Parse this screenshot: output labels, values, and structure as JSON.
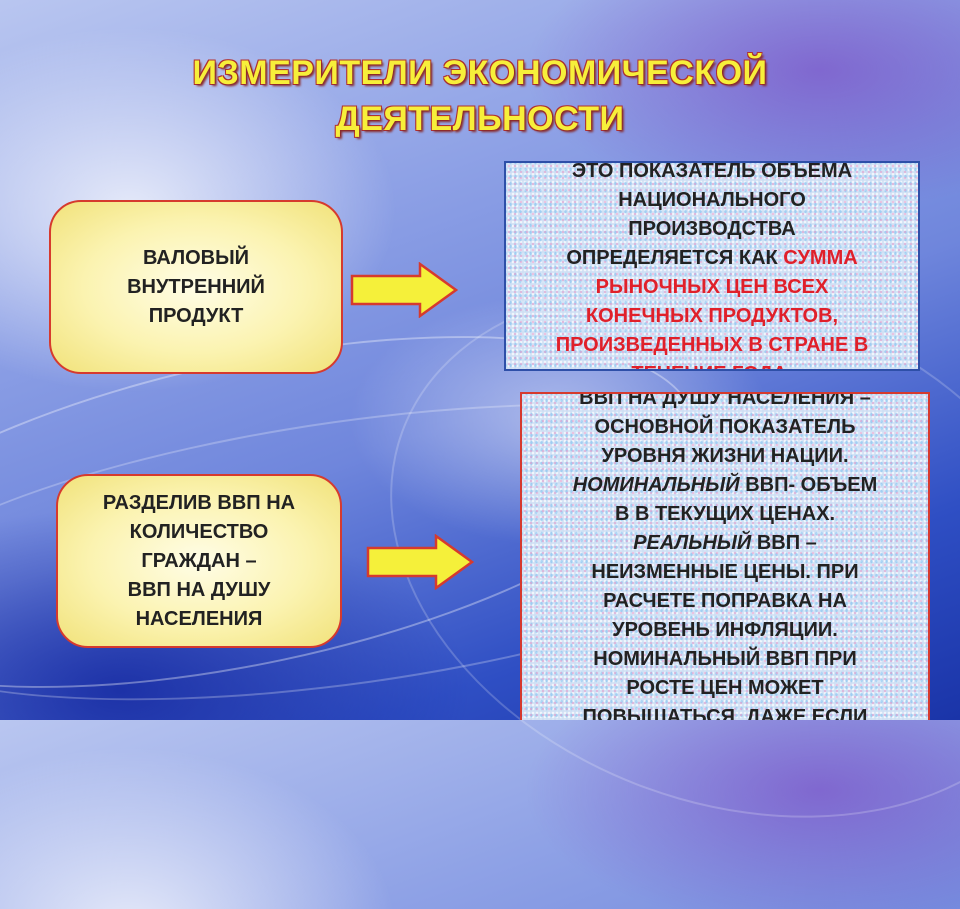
{
  "slide": {
    "title_line1": "ИЗМЕРИТЕЛИ  ЭКОНОМИЧЕСКОЙ",
    "title_line2": "ДЕЯТЕЛЬНОСТИ"
  },
  "gdp_box": {
    "line1": "ВАЛОВЫЙ",
    "line2": "ВНУТРЕННИЙ",
    "line3": "ПРОДУКТ"
  },
  "per_capita_box": {
    "line1": "РАЗДЕЛИВ  ВВП НА",
    "line2": "КОЛИЧЕСТВО",
    "line3": "ГРАЖДАН –",
    "line4": "ВВП НА ДУШУ",
    "line5": "НАСЕЛЕНИЯ"
  },
  "definition_box": {
    "line1": "ЭТО ПОКАЗАТЕЛЬ  ОБЪЕМА",
    "line2": "НАЦИОНАЛЬНОГО",
    "line3": "ПРОИЗВОДСТВА",
    "line4_prefix": "ОПРЕДЕЛЯЕТСЯ КАК ",
    "line4_red": "СУММА",
    "line5_red": "РЫНОЧНЫХ ЦЕН ВСЕХ",
    "line6_red": "КОНЕЧНЫХ ПРОДУКТОВ,",
    "line7_red": "ПРОИЗВЕДЕННЫХ В СТРАНЕ В",
    "line8_red": "ТЕЧЕНИЕ ГОДА."
  },
  "explanation_box": {
    "line1": "ВВП  НА ДУШУ НАСЕЛЕНИЯ –",
    "line2": "ОСНОВНОЙ  ПОКАЗАТЕЛЬ",
    "line3": "УРОВНЯ ЖИЗНИ НАЦИИ.",
    "line4_italic": "НОМИНАЛЬНЫЙ",
    "line4_rest": " ВВП- ОБЪЕМ",
    "line5": "В В ТЕКУЩИХ ЦЕНАХ.",
    "line6_italic": "РЕАЛЬНЫЙ",
    "line6_rest": " ВВП –",
    "line7": "НЕИЗМЕННЫЕ ЦЕНЫ. ПРИ",
    "line8": "РАСЧЕТЕ ПОПРАВКА НА",
    "line9": "УРОВЕНЬ ИНФЛЯЦИИ.",
    "line10": "НОМИНАЛЬНЫЙ ВВП ПРИ",
    "line11": "РОСТЕ ЦЕН МОЖЕТ",
    "line12": "ПОВЫШАТЬСЯ, ДАЖЕ ЕСЛИ"
  },
  "colors": {
    "title": "#f7ef3a",
    "accent_red": "#e0202a",
    "arrow_fill": "#f5f03a",
    "box_border_blue": "#2e4fa8",
    "box_border_red": "#d63a2e"
  },
  "icons": [
    "right-arrow-icon",
    "right-arrow-icon"
  ]
}
